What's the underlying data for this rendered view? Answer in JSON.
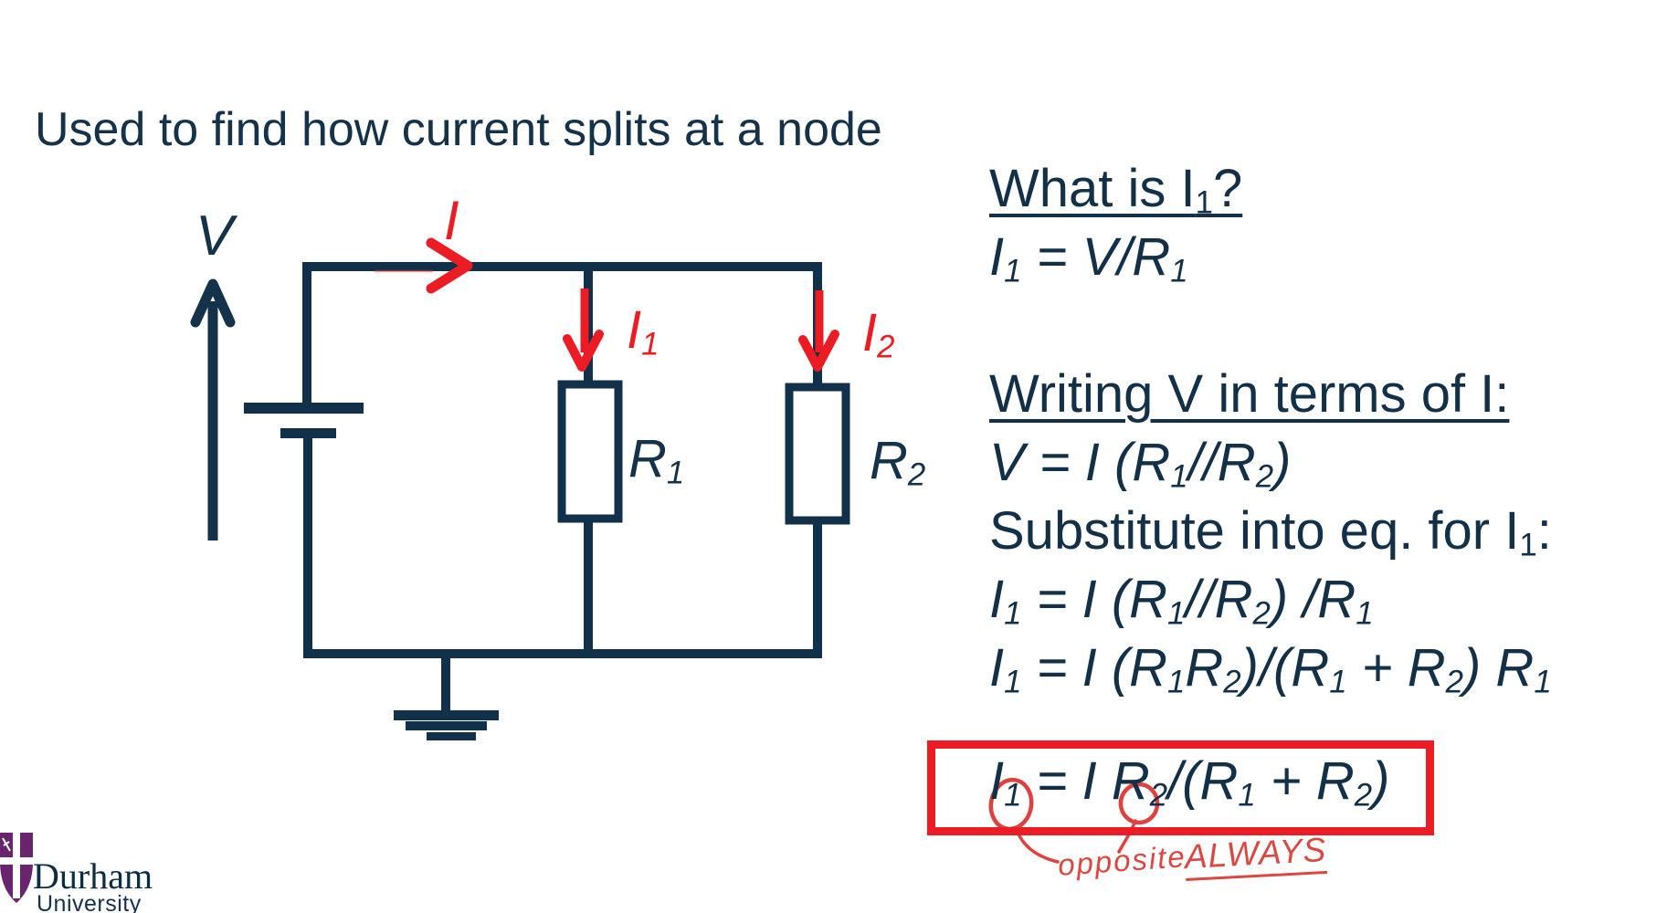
{
  "title": "Used to find how current splits at a node",
  "colors": {
    "navy": "#113049",
    "red": "#ec1c24",
    "handwriting_red": "#dd4742",
    "logo_purple": "#68246d",
    "background": "#ffffff"
  },
  "circuit": {
    "v_label": "V",
    "i_label": "I",
    "i1_label": "I_1",
    "i2_label": "I_2",
    "r1_label": "R_1",
    "r2_label": "R_2"
  },
  "rhs": {
    "lines": [
      {
        "text": "What is I_1?",
        "style": "heading-underlined"
      },
      {
        "text": "I_1 = V/R_1",
        "style": "equation-italic"
      },
      {
        "text": "",
        "style": "spacer"
      },
      {
        "text": "Writing V in terms of I:",
        "style": "heading-underlined"
      },
      {
        "text": "V = I (R_1//R_2)",
        "style": "equation-italic"
      },
      {
        "text": "Substitute into eq. for I_1:",
        "style": "heading"
      },
      {
        "text": "I_1 = I (R_1//R_2) /R_1",
        "style": "equation-italic"
      },
      {
        "text": "I_1 = I (R_1R_2)/(R_1 + R_2) R_1",
        "style": "equation-italic"
      }
    ],
    "boxed_equation": "I_1 = I R_2/(R_1 + R_2)"
  },
  "annotation": {
    "word1": "opposite",
    "word2": "ALWAYS"
  },
  "logo": {
    "institution": "Durham",
    "subtitle": "University"
  }
}
